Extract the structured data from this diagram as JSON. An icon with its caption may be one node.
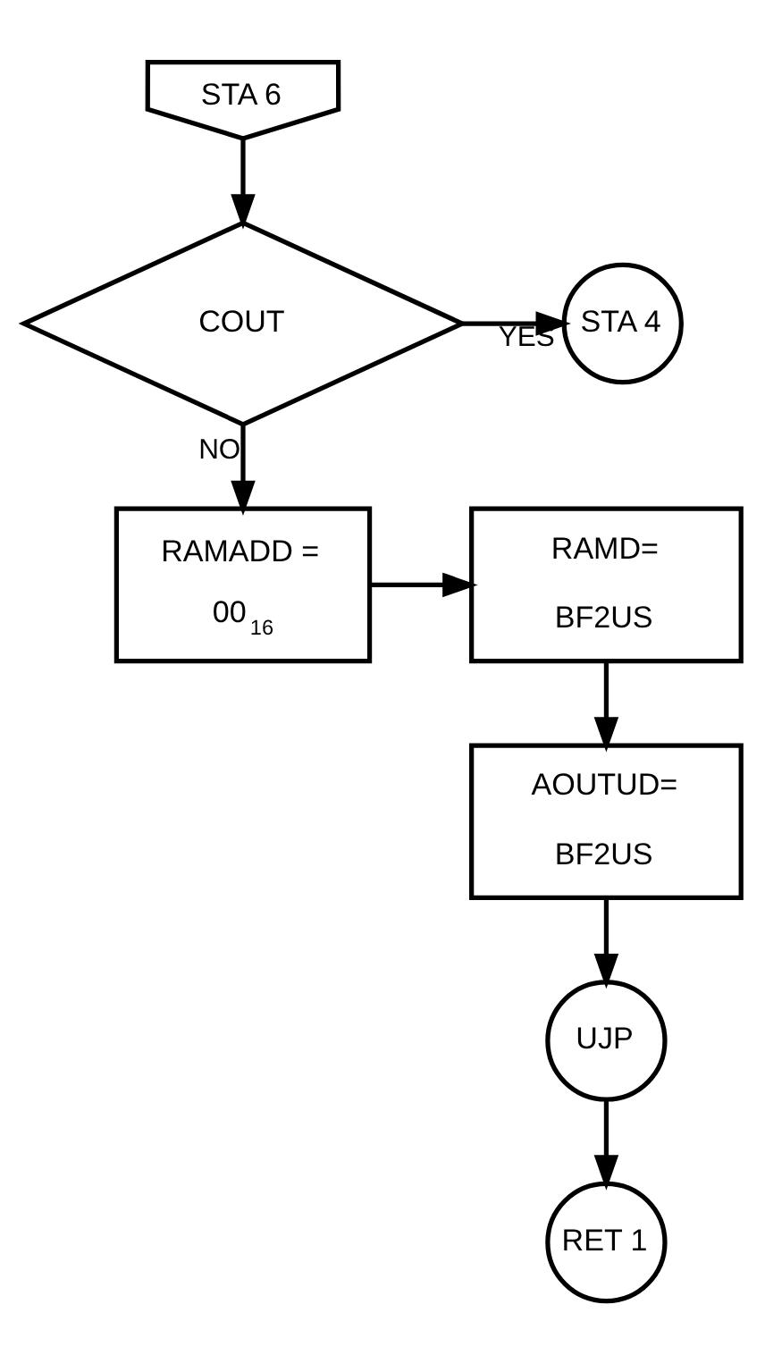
{
  "diagram": {
    "nodes": [
      {
        "text": [
          "STA 6"
        ]
      },
      {
        "text": [
          "COUT"
        ]
      },
      {
        "text": [
          "STA 4"
        ]
      },
      {
        "text": [
          "RAMADD =",
          "00$_{16}$"
        ]
      },
      {
        "text": [
          "RAMD=",
          "BF2US"
        ]
      },
      {
        "text": [
          "AOUTUD=",
          "BF2US"
        ]
      },
      {
        "text": [
          "UJP"
        ]
      },
      {
        "text": [
          "RET 1"
        ]
      }
    ],
    "edges": [
      {
        "from": 0,
        "to": 1,
        "arrow": "to"
      },
      {
        "from": 1,
        "to": 2,
        "arrow": "to",
        "label": "YES"
      },
      {
        "from": 1,
        "to": 3,
        "arrow": "to",
        "label": "NO"
      },
      {
        "from": 3,
        "to": 4,
        "arrow": "to"
      },
      {
        "from": 4,
        "to": 5,
        "arrow": "to"
      },
      {
        "from": 5,
        "to": 6,
        "arrow": "to"
      },
      {
        "from": 6,
        "to": 7,
        "arrow": "to"
      }
    ]
  }
}
